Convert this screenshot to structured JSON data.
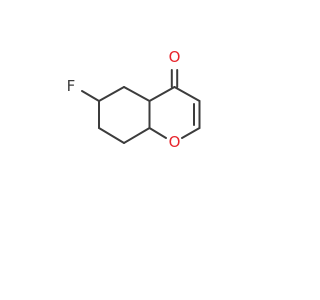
{
  "molecule": {
    "atoms": {
      "fluorine": "F",
      "carbonyl_oxygen": "O",
      "ring_oxygen": "O"
    },
    "colors": {
      "bond": "#3c3c3c",
      "fluorine": "#3c3c3c",
      "oxygen": "#e8262d"
    }
  }
}
